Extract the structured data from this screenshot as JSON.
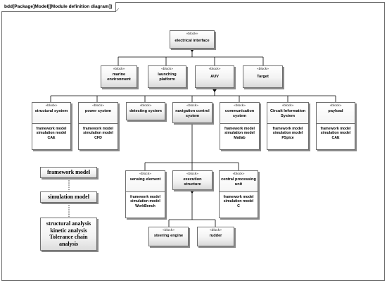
{
  "frame": {
    "title": "bdd[Package]Model[[Module definition diagram]]"
  },
  "stereotype": "«block»",
  "blocks": {
    "electrical_interface": "electrical interface",
    "marine_environment": "marine environment",
    "launching_platform": "launching platform",
    "auv": "AUV",
    "target": "Target",
    "structural_system": {
      "name": "structural system",
      "lines": [
        "framework model",
        "simulation model",
        "CAE"
      ]
    },
    "power_system": {
      "name": "power system",
      "lines": [
        "framework model",
        "simulation model",
        "CFD"
      ]
    },
    "detecting_system": "detecting system",
    "navigation_control": "navigation control system",
    "communication_system": {
      "name": "communication system",
      "lines": [
        "framework model",
        "simulation model",
        "Matlab"
      ]
    },
    "circuit_information": {
      "name": "Circuit Information System",
      "lines": [
        "framework model",
        "simulation model",
        "PSpice"
      ]
    },
    "payload": {
      "name": "payload",
      "lines": [
        "framework model",
        "simulation model",
        "CAE"
      ]
    },
    "sensing_element": {
      "name": "sensing element",
      "lines": [
        "framework model",
        "simulation model",
        "WorkBench"
      ]
    },
    "execution_structure": "execution structure",
    "central_processing": {
      "name": "central processing unit",
      "lines": [
        "framework model",
        "simulation model",
        "C"
      ]
    },
    "steering_engine": "steering engine",
    "rudder": "rudder"
  },
  "legend": {
    "framework_model": "framework model",
    "simulation_model": "simulation model",
    "analysis_lines": [
      "structural analysis",
      "kinetic analysis",
      "Tolerance chain",
      "analysis"
    ]
  }
}
